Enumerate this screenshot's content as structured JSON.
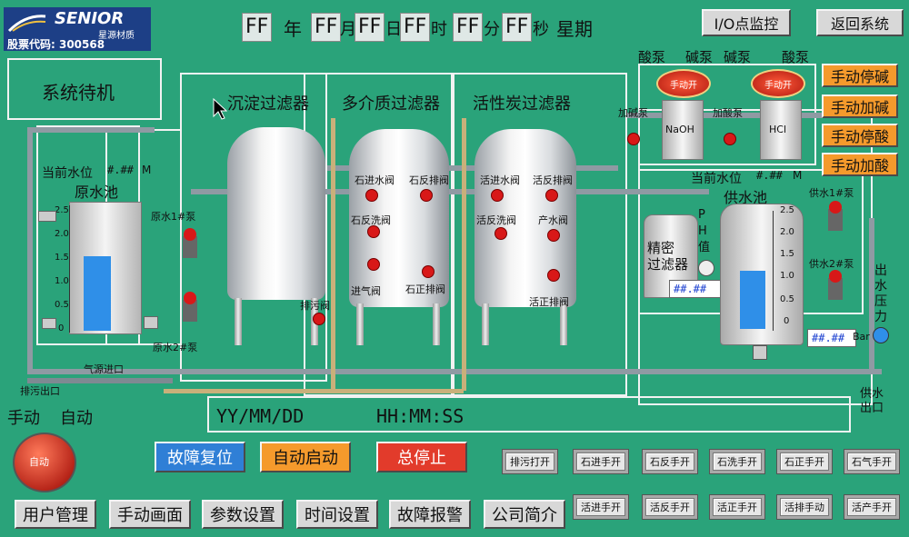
{
  "brand": {
    "name": "SENIOR",
    "cn_name": "星源材质",
    "stock": "股票代码: 300568"
  },
  "datetime": {
    "ff1": "FF",
    "year": "年",
    "ff2": "FF",
    "month": "月",
    "ff3": "FF",
    "day": "日",
    "ff4": "FF",
    "hour": "时",
    "ff5": "FF",
    "minute": "分",
    "ff6": "FF",
    "second": "秒",
    "weekday": "星期"
  },
  "top_buttons": {
    "io_monitor": "I/O点监控",
    "back_system": "返回系统"
  },
  "status": {
    "standby": "系统待机",
    "mode_manual": "手动",
    "mode_auto": "自动",
    "auto_knob": "自动"
  },
  "filters": {
    "sediment": "沉淀过滤器",
    "multi_media": "多介质过滤器",
    "carbon": "活性炭过滤器"
  },
  "raw_pool": {
    "level_label": "当前水位",
    "level_value": "#.##",
    "level_unit": "M",
    "name": "原水池",
    "pump1": "原水1#泵",
    "pump2": "原水2#泵",
    "scale": [
      "2.5",
      "2.0",
      "1.5",
      "1.0",
      "0.5",
      "0"
    ]
  },
  "valves_mm": {
    "in": "石进水阀",
    "back_drain": "石反排阀",
    "back_wash": "石反洗阀",
    "air": "进气阀",
    "forward_drain": "石正排阀"
  },
  "valves_ac": {
    "in": "活进水阀",
    "back_drain": "活反排阀",
    "back_wash": "活反洗阀",
    "product": "产水阀",
    "forward_drain": "活正排阀"
  },
  "misc_labels": {
    "drain_valve": "排污阀",
    "air_inlet": "气源进口",
    "sewage_outlet": "排污出口",
    "dosing_pump1": "加碱泵",
    "dosing_pump2": "加酸泵",
    "naoh": "NaOH",
    "hcl": "HCl",
    "acid_pump": "酸泵",
    "alkali_pump": "碱泵",
    "alkali_pump2": "碱泵",
    "acid_pump2": "酸泵",
    "precision_filter": "精密\n过滤器",
    "ph_label": "PH值",
    "ph_value": "##.##",
    "supply_level_label": "当前水位",
    "supply_level_value": "#.##",
    "supply_level_unit": "M",
    "supply_pool": "供水池",
    "supply_pump1": "供水1#泵",
    "supply_pump2": "供水2#泵",
    "outlet_pressure": "出水压力",
    "pressure_value": "##.##",
    "pressure_unit": "Bar",
    "supply_outlet": "供水出口",
    "supply_scale": [
      "2.5",
      "2.0",
      "1.5",
      "1.0",
      "0.5",
      "0"
    ],
    "manual_start_tag": "手动开"
  },
  "dosing_buttons": [
    "手动停碱",
    "手动加碱",
    "手动停酸",
    "手动加酸"
  ],
  "clock": {
    "date": "YY/MM/DD",
    "time": "HH:MM:SS"
  },
  "control_buttons": {
    "fault_reset": "故障复位",
    "auto_start": "自动启动",
    "total_stop": "总停止"
  },
  "manual_row1": [
    "排污打开",
    "石进手开",
    "石反手开",
    "石洗手开",
    "石正手开",
    "石气手开"
  ],
  "manual_row2": [
    "活进手开",
    "活反手开",
    "活正手开",
    "活排手动",
    "活产手开"
  ],
  "nav_buttons": [
    "用户管理",
    "手动画面",
    "参数设置",
    "时间设置",
    "故障报警",
    "公司简介"
  ],
  "colors": {
    "background": "#2aa37a",
    "frame": "#f2f2f2",
    "orange": "#f59a2c",
    "blue": "#2f7fd6",
    "red": "#e23b2b",
    "water": "#2f8fe8"
  }
}
